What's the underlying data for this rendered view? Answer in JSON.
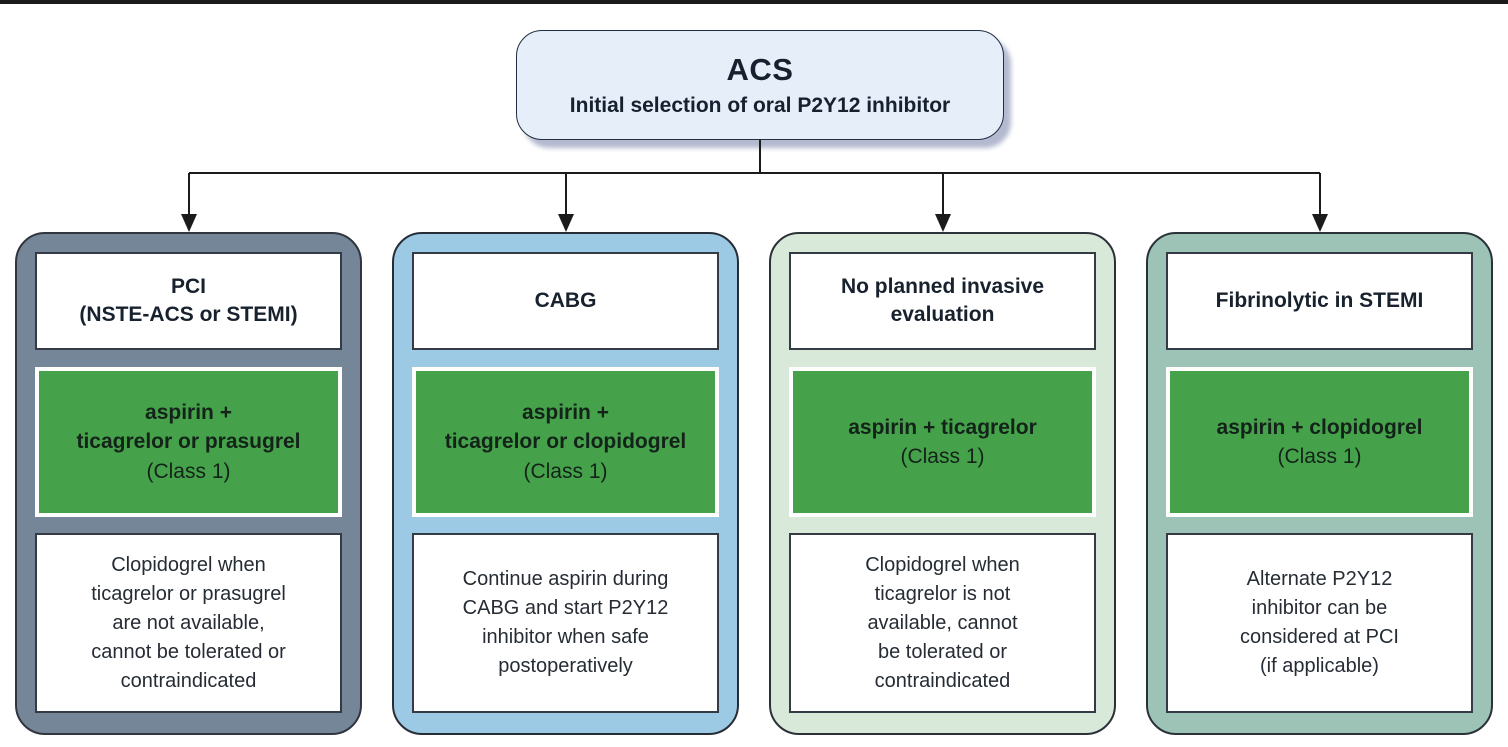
{
  "figure": {
    "top_rule_color": "#1a1a1a",
    "background": "#ffffff",
    "connector_color": "#1b1b1b",
    "class_green": "#46a24a"
  },
  "root": {
    "title": "ACS",
    "subtitle": "Initial selection of oral P2Y12 inhibitor",
    "fill": "#e6eef9",
    "border": "#222d40"
  },
  "branches": [
    {
      "header": "PCI\n(NSTE-ACS or STEMI)",
      "therapy": "aspirin +\nticagrelor or prasugrel",
      "therapy_class": "(Class 1)",
      "note": "Clopidogrel when\nticagrelor or prasugrel\nare not available,\ncannot be tolerated or\ncontraindicated",
      "fill": "#758699",
      "border": "#30353e"
    },
    {
      "header": "CABG",
      "therapy": "aspirin +\nticagrelor or clopidogrel",
      "therapy_class": "(Class 1)",
      "note": "Continue aspirin during\nCABG and start P2Y12\ninhibitor when safe\npostoperatively",
      "fill": "#9ccae4",
      "border": "#272d36"
    },
    {
      "header": "No planned invasive\nevaluation",
      "therapy": "aspirin + ticagrelor",
      "therapy_class": "(Class 1)",
      "note": "Clopidogrel when\nticagrelor is not\navailable, cannot\nbe tolerated or\ncontraindicated",
      "fill": "#d8e9da",
      "border": "#2b3138"
    },
    {
      "header": "Fibrinolytic in STEMI",
      "therapy": "aspirin + clopidogrel",
      "therapy_class": "(Class 1)",
      "note": "Alternate P2Y12\ninhibitor can be\nconsidered at PCI\n(if applicable)",
      "fill": "#9cc3b6",
      "border": "#2b3138"
    }
  ]
}
